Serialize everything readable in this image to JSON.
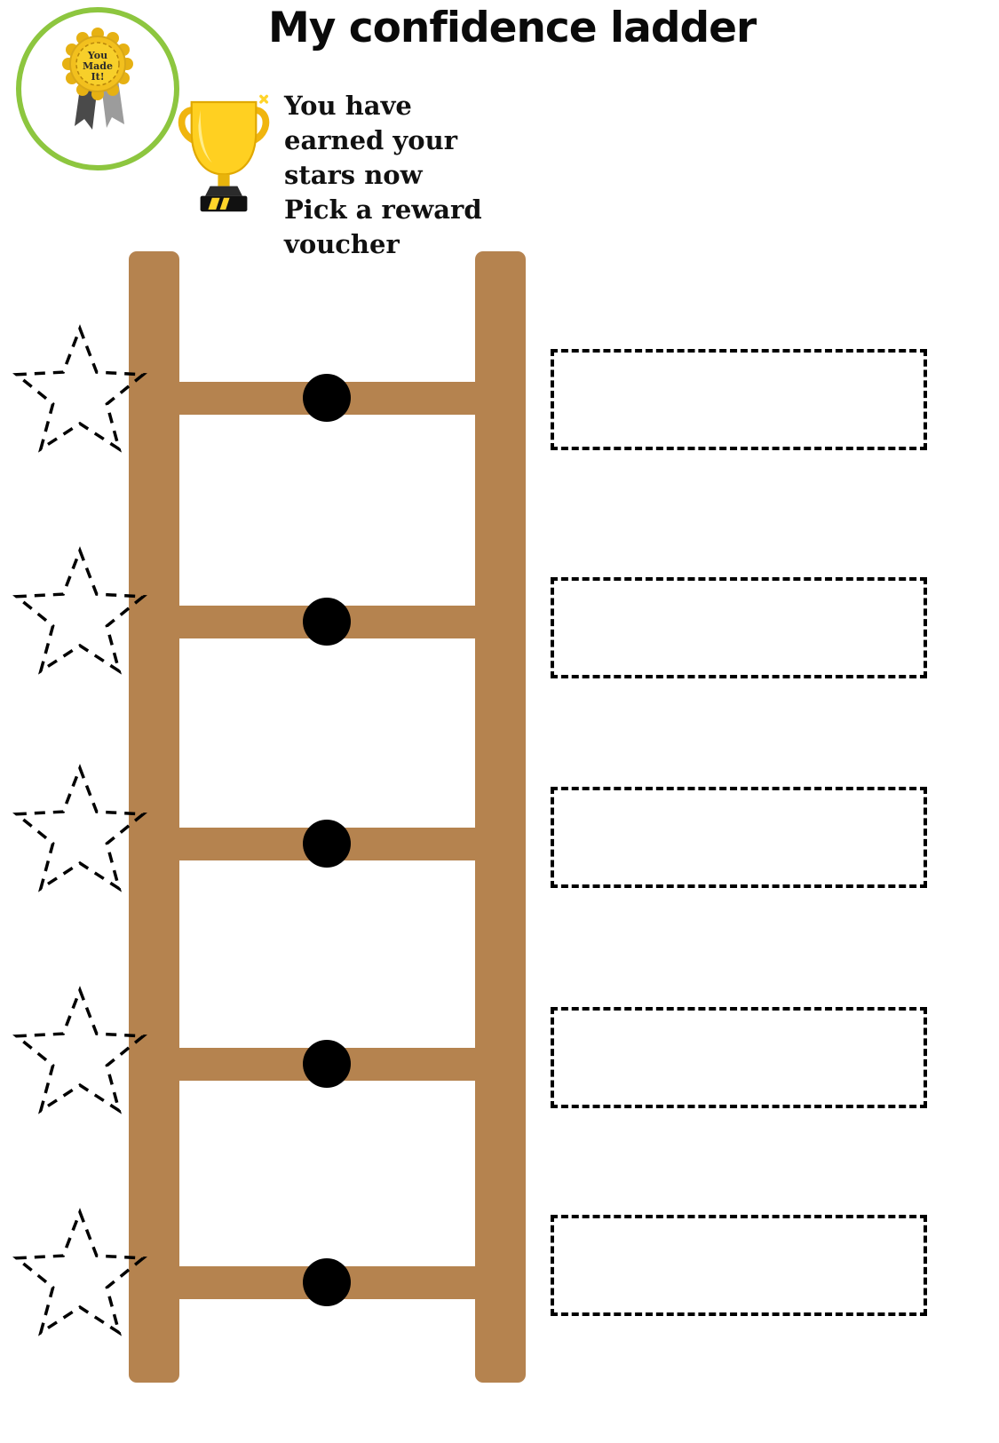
{
  "header": {
    "title": "My confidence ladder",
    "badge": {
      "line1": "You",
      "line2": "Made",
      "line3": "It!"
    },
    "instruction": {
      "lines": [
        "You have",
        "earned your",
        "stars now",
        "Pick a reward",
        "voucher"
      ]
    }
  },
  "ladder": {
    "rung_count": 5
  },
  "stars": {
    "count": 5
  },
  "reward_boxes": [
    "",
    "",
    "",
    "",
    ""
  ],
  "colors": {
    "ladder_brown": "#b5834f",
    "badge_ring_green": "#8dc63f",
    "rosette_yellow": "#f2c01e",
    "trophy_gold": "#ffd42a",
    "dot_black": "#000000"
  }
}
